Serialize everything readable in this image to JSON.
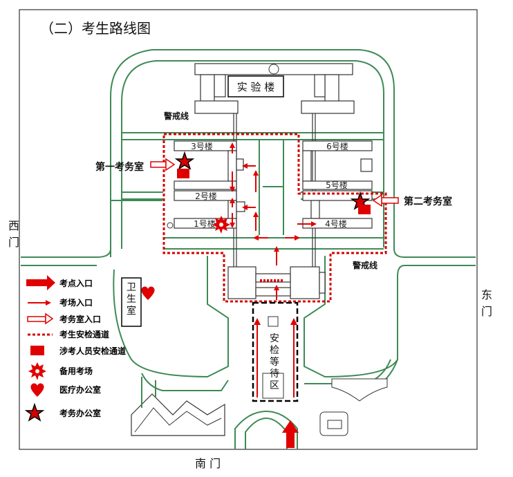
{
  "title": "（二）考生路线图",
  "buildings": {
    "lab": "实 验 楼",
    "b1": "1号楼",
    "b2": "2号楼",
    "b3": "3号楼",
    "b4": "4号楼",
    "b5": "5号楼",
    "b6": "6号楼",
    "clinic": "卫生室",
    "waiting": "安检等待区"
  },
  "labels": {
    "guard_line_top": "警戒线",
    "guard_line_right": "警戒线",
    "office1": "第一考务室",
    "office2": "第二考务室",
    "west_gate": "西门",
    "east_gate": "东门",
    "south_gate": "南 门"
  },
  "legend": [
    {
      "icon": "exam-point-entrance",
      "label": "考点入口"
    },
    {
      "icon": "exam-room-entrance",
      "label": "考场入口"
    },
    {
      "icon": "exam-office-entrance",
      "label": "考务室入口"
    },
    {
      "icon": "candidate-security-channel",
      "label": "考生安检通道"
    },
    {
      "icon": "staff-security-channel",
      "label": "涉考人员安检通道"
    },
    {
      "icon": "backup-exam-room",
      "label": "备用考场"
    },
    {
      "icon": "medical-office",
      "label": "医疗办公室"
    },
    {
      "icon": "exam-affairs-office",
      "label": "考务办公室"
    }
  ],
  "colors": {
    "road": "#3d8a55",
    "accent": "#e00000",
    "frame": "#333333"
  }
}
